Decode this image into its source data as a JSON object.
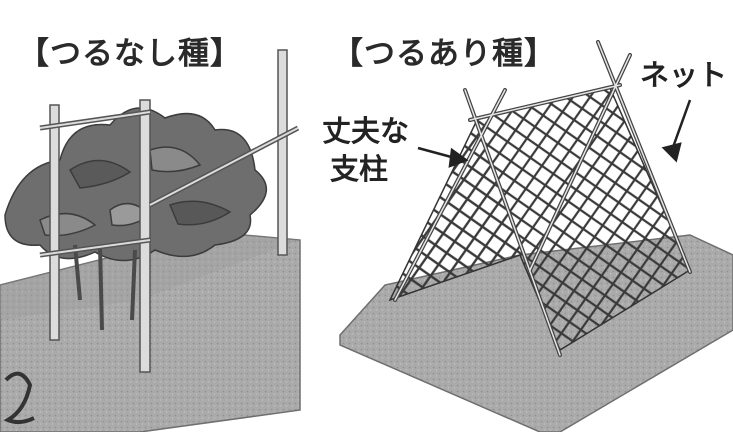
{
  "panels": {
    "left": {
      "title": "【つるなし種】"
    },
    "right": {
      "title": "【つるあり種】",
      "net_label": "ネット",
      "pole_label_line1": "丈夫な",
      "pole_label_line2": "支柱"
    }
  },
  "colors": {
    "ground": "#a9a9a9",
    "ground_edge": "#6f6f6f",
    "foliage": "#6e6e6e",
    "pole": "#d9d9d9",
    "net": "#3a3a3a",
    "text": "#222222"
  }
}
